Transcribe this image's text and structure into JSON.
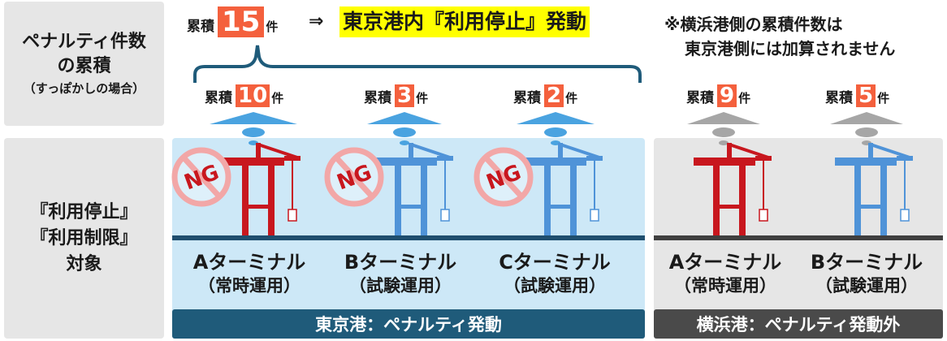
{
  "left_labels": {
    "top_line1": "ペナルティ件数",
    "top_line2": "の累積",
    "top_line3": "（すっぽかしの場合）",
    "bottom_line1": "『利用停止』",
    "bottom_line2": "『利用制限』",
    "bottom_line3": "対象"
  },
  "total": {
    "label": "累積",
    "count": "15",
    "unit": "件",
    "arrow": "⇒",
    "activation": "東京港内『利用停止』発動"
  },
  "note": {
    "line1": "※横浜港側の累積件数は",
    "line2": "東京港側には加算されません"
  },
  "ng_text": "NG",
  "terminals": [
    {
      "count_label": "累積",
      "count": "10",
      "unit": "件",
      "name": "Aターミナル",
      "mode": "（常時運用）",
      "crane_color": "#c8171e",
      "ng": true
    },
    {
      "count_label": "累積",
      "count": "3",
      "unit": "件",
      "name": "Bターミナル",
      "mode": "（試験運用）",
      "crane_color": "#4f93d8",
      "ng": true
    },
    {
      "count_label": "累積",
      "count": "2",
      "unit": "件",
      "name": "Cターミナル",
      "mode": "（試験運用）",
      "crane_color": "#4f93d8",
      "ng": true
    },
    {
      "count_label": "累積",
      "count": "9",
      "unit": "件",
      "name": "Aターミナル",
      "mode": "（常時運用）",
      "crane_color": "#c8171e",
      "ng": false
    },
    {
      "count_label": "累積",
      "count": "5",
      "unit": "件",
      "name": "Bターミナル",
      "mode": "（試験運用）",
      "crane_color": "#4f93d8",
      "ng": false
    }
  ],
  "ports": {
    "tokyo": "東京港：ペナルティ発動",
    "yokohama": "横浜港：ペナルティ発動外"
  },
  "colors": {
    "accent": "#f4603d",
    "highlight": "#ffff00",
    "tokyo_bar": "#1f5b7a",
    "yoko_bar": "#4a4a4a",
    "tokyo_panel": "#cde8f7",
    "side_box": "#e6e6e6"
  }
}
